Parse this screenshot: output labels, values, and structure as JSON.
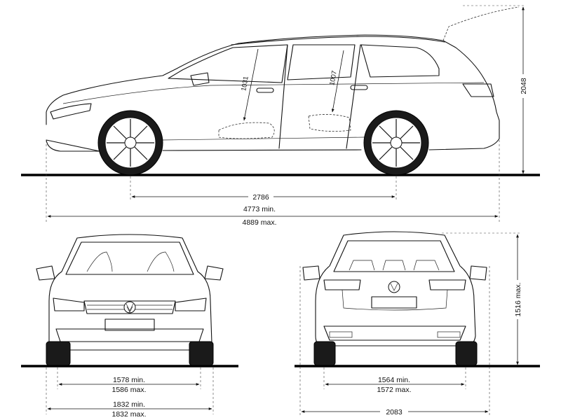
{
  "dimensions": {
    "wheelbase": "2786",
    "length_min": "4773 min.",
    "length_max": "4889 max.",
    "height": "2048",
    "front_track_min": "1578 min.",
    "front_track_max": "1586 max.",
    "front_width_min": "1832 min.",
    "front_width_max": "1832 max.",
    "rear_track_min": "1564 min.",
    "rear_track_max": "1572 max.",
    "rear_width": "2083",
    "rear_height": "1516 max.",
    "front_headroom": "1031",
    "rear_headroom": "1007"
  },
  "icons": {
    "front_badge": "vw-logo-icon",
    "rear_badge": "vw-logo-icon"
  }
}
